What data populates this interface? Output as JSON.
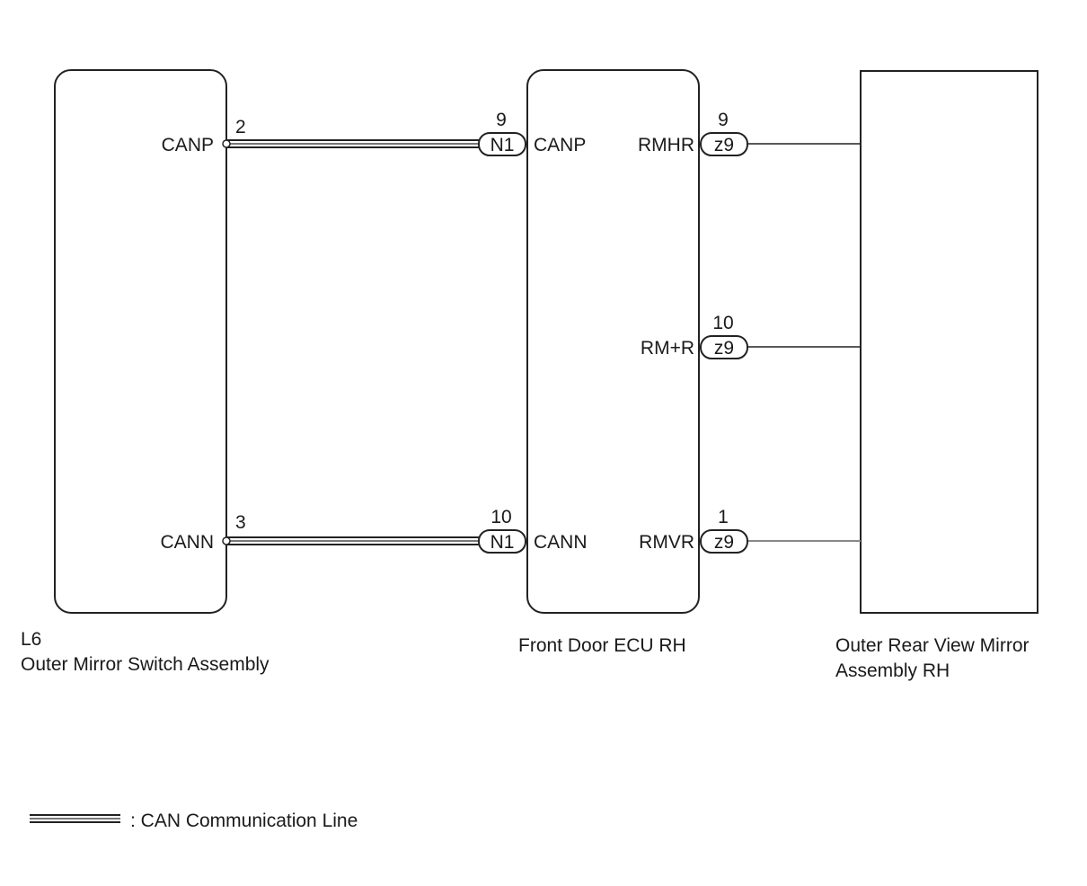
{
  "components": {
    "switch_assy": {
      "code": "L6",
      "name": "Outer Mirror Switch Assembly"
    },
    "ecu": {
      "name": "Front Door ECU RH"
    },
    "mirror": {
      "name_line1": "Outer Rear View Mirror",
      "name_line2": "Assembly RH"
    }
  },
  "pins": {
    "switch_canp": {
      "label": "CANP",
      "pin": "2"
    },
    "switch_cann": {
      "label": "CANN",
      "pin": "3"
    },
    "ecu_canp": {
      "label": "CANP",
      "pin": "9",
      "connector": "N1"
    },
    "ecu_cann": {
      "label": "CANN",
      "pin": "10",
      "connector": "N1"
    },
    "ecu_rmhr": {
      "label": "RMHR",
      "pin": "9",
      "connector": "z9"
    },
    "ecu_rmpr": {
      "label": "RM+R",
      "pin": "10",
      "connector": "z9"
    },
    "ecu_rmvr": {
      "label": "RMVR",
      "pin": "1",
      "connector": "z9"
    }
  },
  "legend": {
    "text": ": CAN Communication Line"
  }
}
